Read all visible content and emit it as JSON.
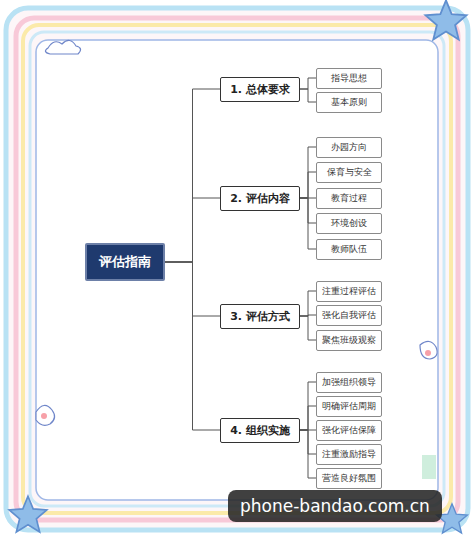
{
  "diagram": {
    "nodes": [
      {
        "text": [
          "评估指南"
        ]
      },
      {
        "text": [
          "1. 总体要求"
        ]
      },
      {
        "text": [
          "指导思想"
        ]
      },
      {
        "text": [
          "基本原则"
        ]
      },
      {
        "text": [
          "2. 评估内容"
        ]
      },
      {
        "text": [
          "办园方向"
        ]
      },
      {
        "text": [
          "保育与安全"
        ]
      },
      {
        "text": [
          "教育过程"
        ]
      },
      {
        "text": [
          "环境创设"
        ]
      },
      {
        "text": [
          "教师队伍"
        ]
      },
      {
        "text": [
          "3. 评估方式"
        ]
      },
      {
        "text": [
          "注重过程评估"
        ]
      },
      {
        "text": [
          "强化自我评估"
        ]
      },
      {
        "text": [
          "聚焦班级观察"
        ]
      },
      {
        "text": [
          "4. 组织实施"
        ]
      },
      {
        "text": [
          "加强组织领导"
        ]
      },
      {
        "text": [
          "明确评估周期"
        ]
      },
      {
        "text": [
          "强化评估保障"
        ]
      },
      {
        "text": [
          "注重激励指导"
        ]
      },
      {
        "text": [
          "营造良好氛围"
        ]
      }
    ],
    "edges": [
      {
        "from": 0,
        "to": 1,
        "arrow": "none"
      },
      {
        "from": 0,
        "to": 4,
        "arrow": "none"
      },
      {
        "from": 0,
        "to": 10,
        "arrow": "none"
      },
      {
        "from": 0,
        "to": 14,
        "arrow": "none"
      },
      {
        "from": 1,
        "to": 2,
        "arrow": "none"
      },
      {
        "from": 1,
        "to": 3,
        "arrow": "none"
      },
      {
        "from": 4,
        "to": 5,
        "arrow": "none"
      },
      {
        "from": 4,
        "to": 6,
        "arrow": "none"
      },
      {
        "from": 4,
        "to": 7,
        "arrow": "none"
      },
      {
        "from": 4,
        "to": 8,
        "arrow": "none"
      },
      {
        "from": 4,
        "to": 9,
        "arrow": "none"
      },
      {
        "from": 10,
        "to": 11,
        "arrow": "none"
      },
      {
        "from": 10,
        "to": 12,
        "arrow": "none"
      },
      {
        "from": 10,
        "to": 13,
        "arrow": "none"
      },
      {
        "from": 14,
        "to": 15,
        "arrow": "none"
      },
      {
        "from": 14,
        "to": 16,
        "arrow": "none"
      },
      {
        "from": 14,
        "to": 17,
        "arrow": "none"
      },
      {
        "from": 14,
        "to": 18,
        "arrow": "none"
      },
      {
        "from": 14,
        "to": 19,
        "arrow": "none"
      }
    ],
    "labels": [
      "phone-bandao.com.cn"
    ]
  }
}
